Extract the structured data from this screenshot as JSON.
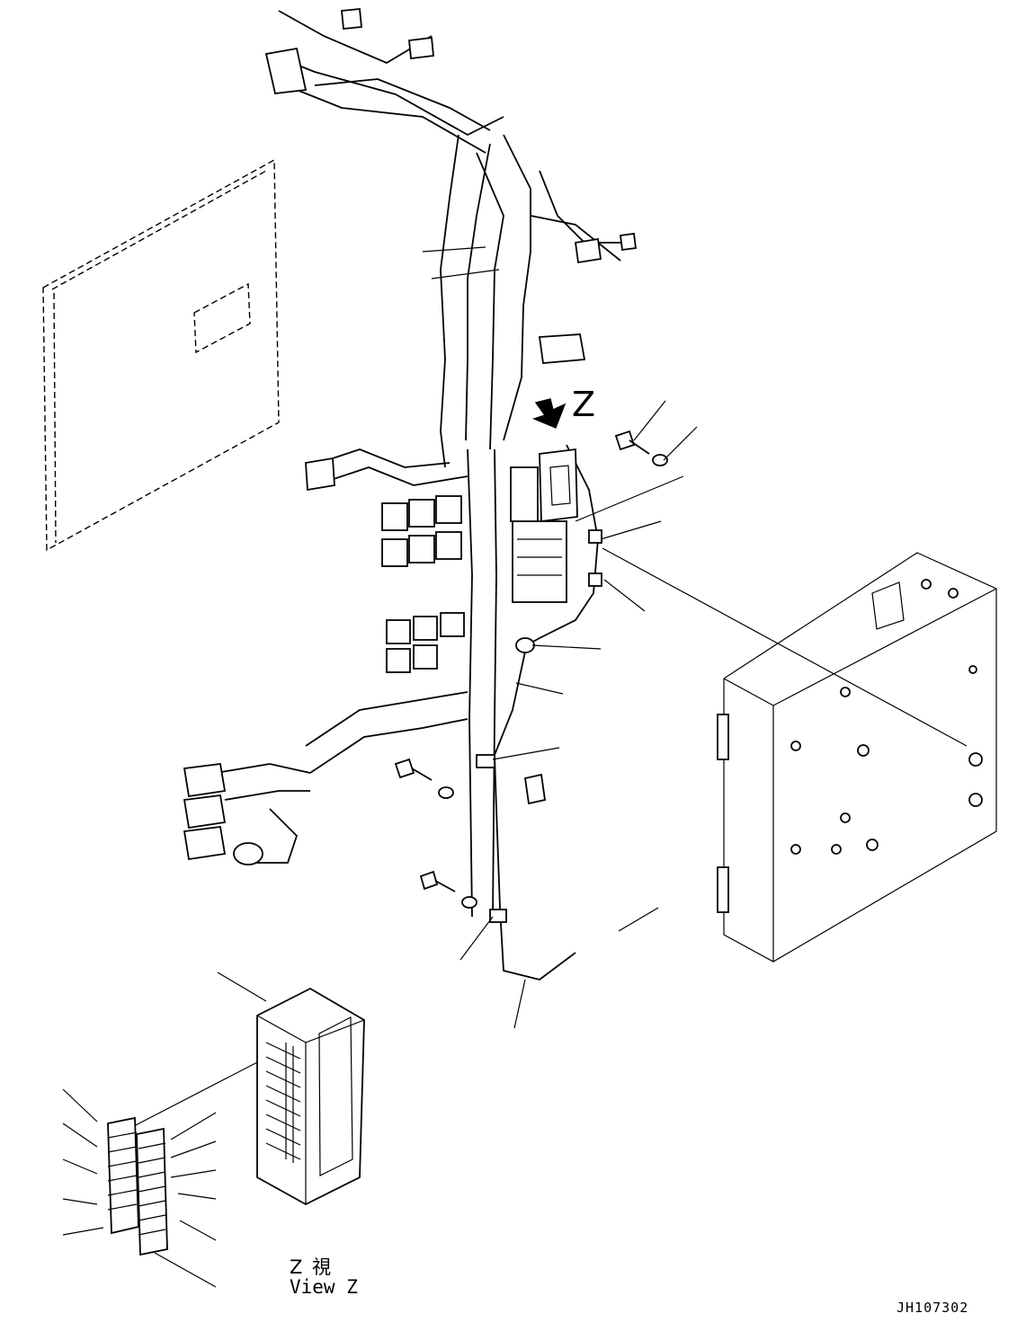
{
  "labels": {
    "view_arrow": "Z",
    "view_caption_jp": "Z 視",
    "view_caption_en": "View Z",
    "drawing_code": "JH107302"
  },
  "colors": {
    "line": "#000000",
    "background": "#ffffff"
  }
}
